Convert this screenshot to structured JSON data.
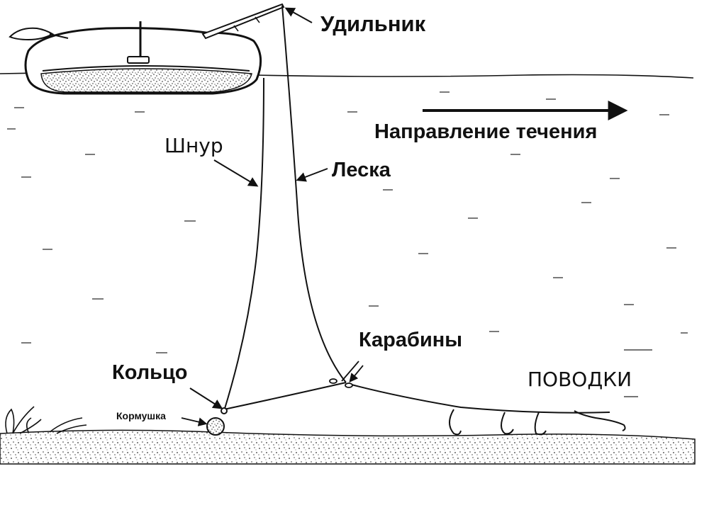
{
  "labels": {
    "rod": "Удильник",
    "current": "Направление течения",
    "cord": "Шнур",
    "line": "Леска",
    "swivels": "Карабины",
    "ring": "Кольцо",
    "feeder": "Кормушка",
    "leaders": "ПОВОДКИ"
  },
  "colors": {
    "ink": "#111111",
    "water_ink": "#222222",
    "background": "#ffffff"
  }
}
